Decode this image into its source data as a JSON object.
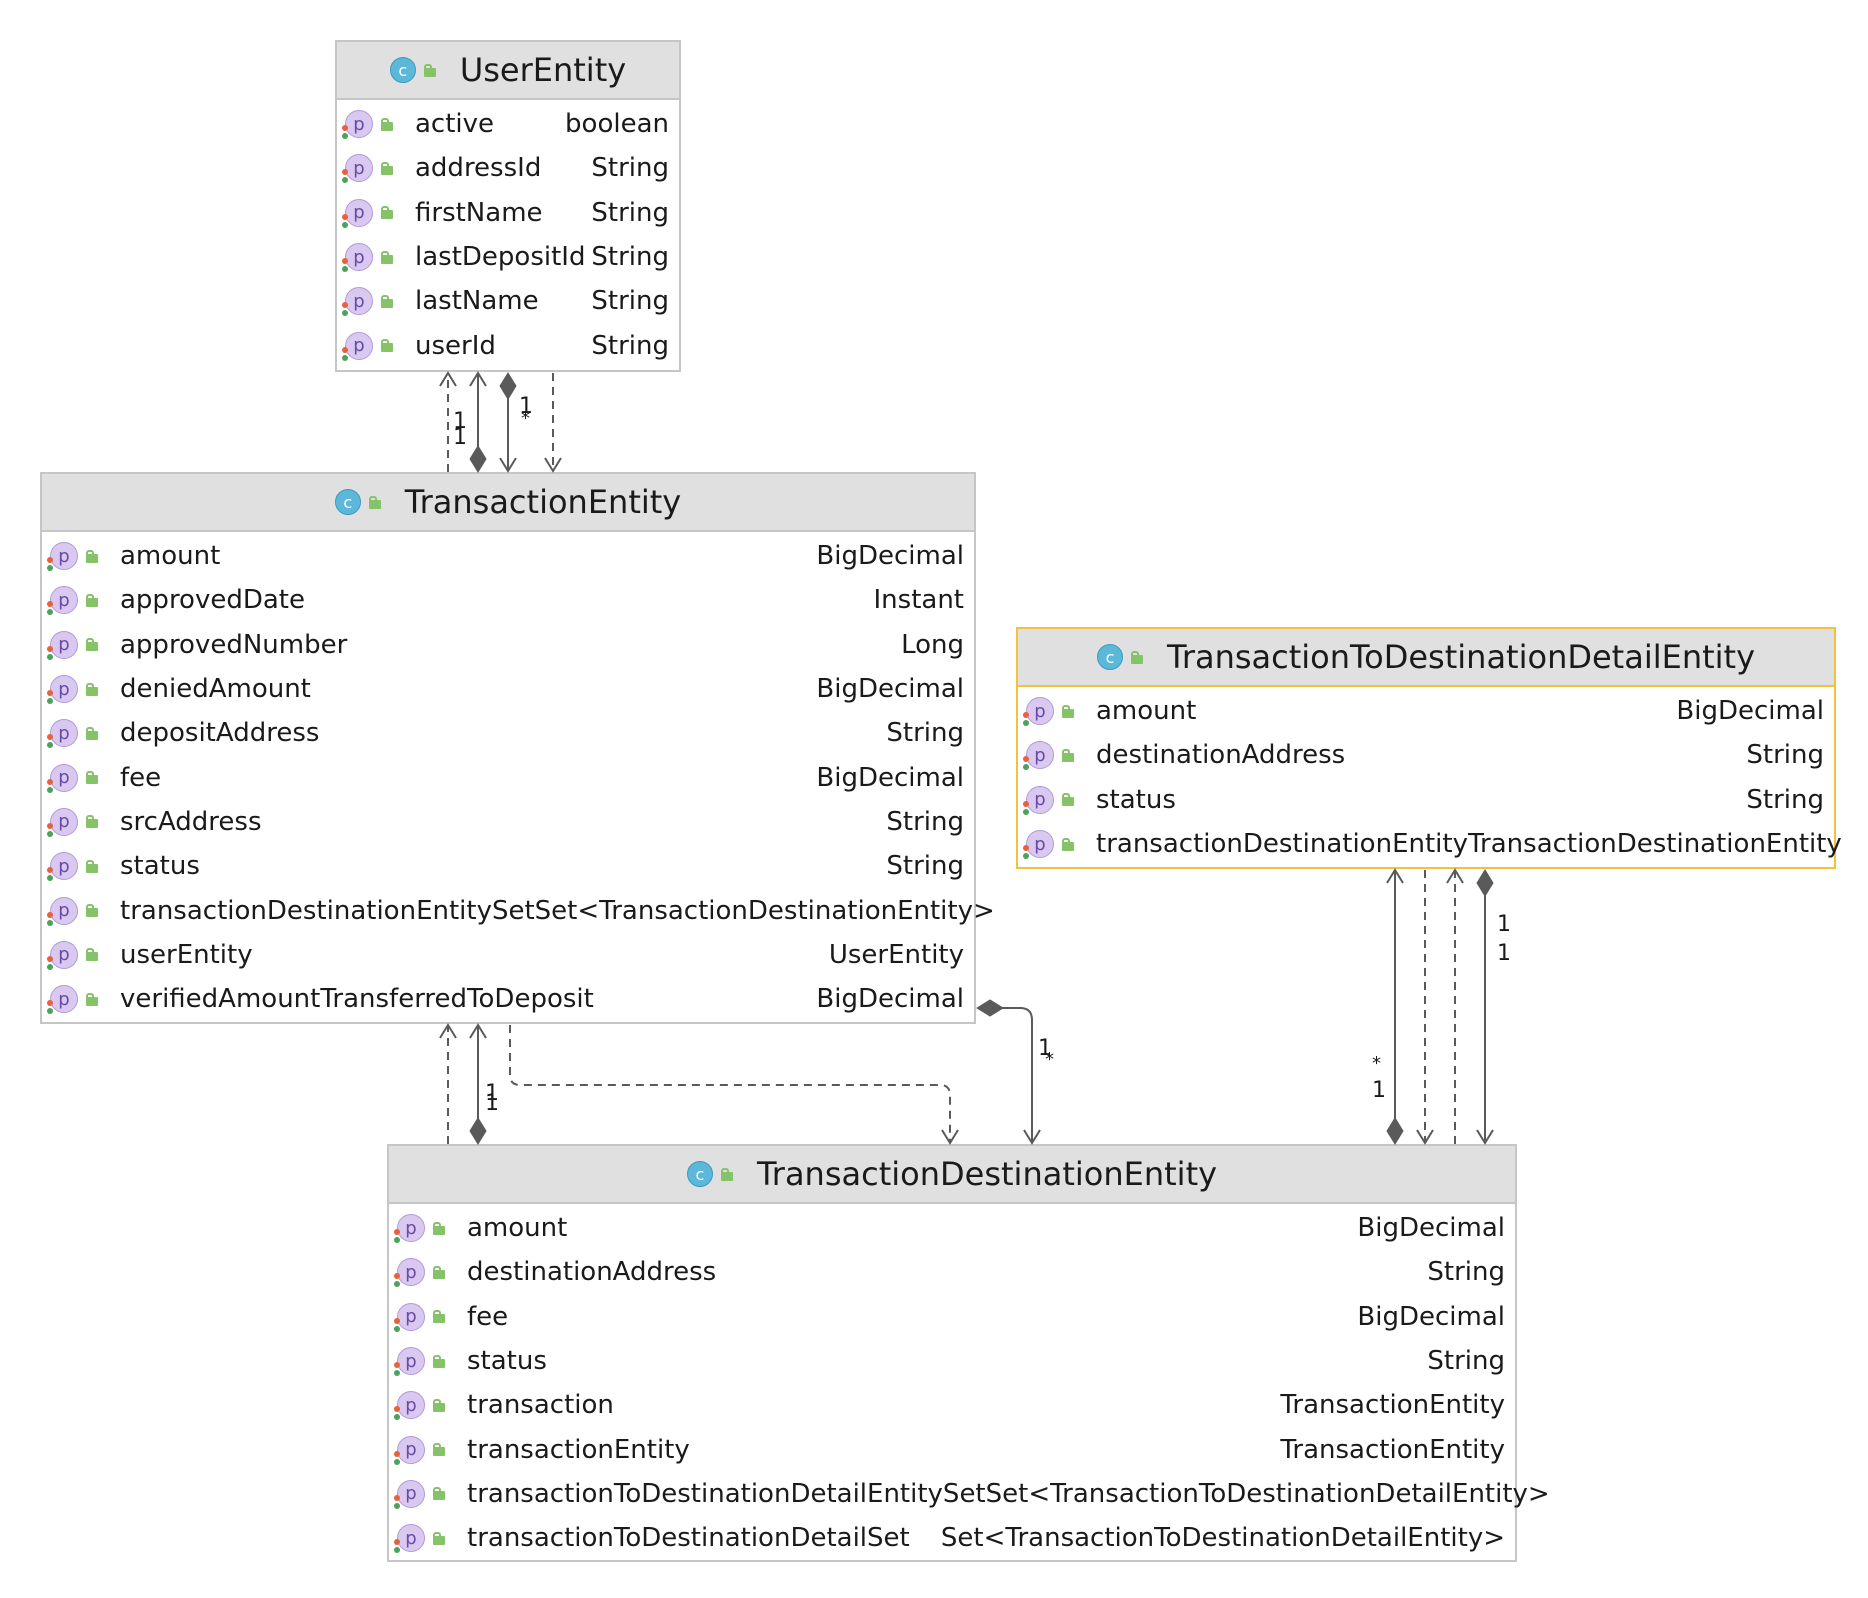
{
  "classes": [
    {
      "id": "userentity",
      "name": "UserEntity",
      "icon": "class-icon",
      "fields": [
        {
          "name": "active",
          "type": "boolean"
        },
        {
          "name": "addressId",
          "type": "String"
        },
        {
          "name": "firstName",
          "type": "String"
        },
        {
          "name": "lastDepositId",
          "type": "String"
        },
        {
          "name": "lastName",
          "type": "String"
        },
        {
          "name": "userId",
          "type": "String"
        }
      ]
    },
    {
      "id": "transactionentity",
      "name": "TransactionEntity",
      "icon": "class-icon",
      "fields": [
        {
          "name": "amount",
          "type": "BigDecimal"
        },
        {
          "name": "approvedDate",
          "type": "Instant"
        },
        {
          "name": "approvedNumber",
          "type": "Long"
        },
        {
          "name": "deniedAmount",
          "type": "BigDecimal"
        },
        {
          "name": "depositAddress",
          "type": "String"
        },
        {
          "name": "fee",
          "type": "BigDecimal"
        },
        {
          "name": "srcAddress",
          "type": "String"
        },
        {
          "name": "status",
          "type": "String"
        },
        {
          "name": "transactionDestinationEntitySet",
          "type": "Set<TransactionDestinationEntity>"
        },
        {
          "name": "userEntity",
          "type": "UserEntity"
        },
        {
          "name": "verifiedAmountTransferredToDeposit",
          "type": "BigDecimal"
        }
      ]
    },
    {
      "id": "transactiontodestinationdetailentity",
      "name": "TransactionToDestinationDetailEntity",
      "icon": "class-icon",
      "selected": true,
      "fields": [
        {
          "name": "amount",
          "type": "BigDecimal"
        },
        {
          "name": "destinationAddress",
          "type": "String"
        },
        {
          "name": "status",
          "type": "String"
        },
        {
          "name": "transactionDestinationEntity",
          "type": "TransactionDestinationEntity"
        }
      ]
    },
    {
      "id": "transactiondestinationentity",
      "name": "TransactionDestinationEntity",
      "icon": "class-icon",
      "fields": [
        {
          "name": "amount",
          "type": "BigDecimal"
        },
        {
          "name": "destinationAddress",
          "type": "String"
        },
        {
          "name": "fee",
          "type": "BigDecimal"
        },
        {
          "name": "status",
          "type": "String"
        },
        {
          "name": "transaction",
          "type": "TransactionEntity"
        },
        {
          "name": "transactionEntity",
          "type": "TransactionEntity"
        },
        {
          "name": "transactionToDestinationDetailEntitySet",
          "type": "Set<TransactionToDestinationDetailEntity>"
        },
        {
          "name": "transactionToDestinationDetailSet",
          "type": "Set<TransactionToDestinationDetailEntity>"
        }
      ]
    }
  ],
  "multiplicities": [
    "1",
    "1",
    "1",
    "*",
    "1",
    "1",
    "1",
    "*",
    "*",
    "1",
    "1",
    "1"
  ],
  "colors": {
    "header": "#e0e0e0",
    "border": "#c6c6c6",
    "selected_border": "#f2c23e",
    "class_icon": "#5bb8d9",
    "property_icon": "#d9c8ef",
    "lock": "#86c268",
    "line": "#5a5a5a"
  }
}
